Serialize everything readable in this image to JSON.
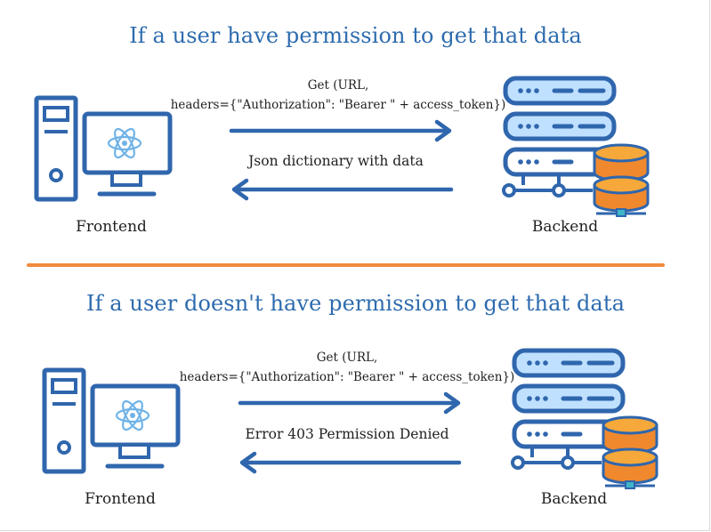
{
  "panels": [
    {
      "title": "If a user have permission to get that data",
      "request_line1": "Get (URL,",
      "request_line2": "headers={\"Authorization\": \"Bearer \" + access_token})",
      "response": "Json dictionary with data",
      "frontend_label": "Frontend",
      "backend_label": "Backend"
    },
    {
      "title": "If a user doesn't have permission to get that data",
      "request_line1": "Get (URL,",
      "request_line2": "headers={\"Authorization\": \"Bearer \" + access_token})",
      "response": "Error 403 Permission Denied",
      "frontend_label": "Frontend",
      "backend_label": "Backend"
    }
  ],
  "icons": {
    "frontend": "desktop-computer-react-icon",
    "backend": "server-database-icon",
    "arrow_right": "arrow-right-icon",
    "arrow_left": "arrow-left-icon"
  },
  "colors": {
    "title": "#2d6bae",
    "stroke": "#2f66ad",
    "server_fill": "#bfe0ff",
    "react": "#6fb3e8",
    "db_top": "#f6a83a",
    "db_side": "#f0892e",
    "divider": "#f08a3c"
  }
}
